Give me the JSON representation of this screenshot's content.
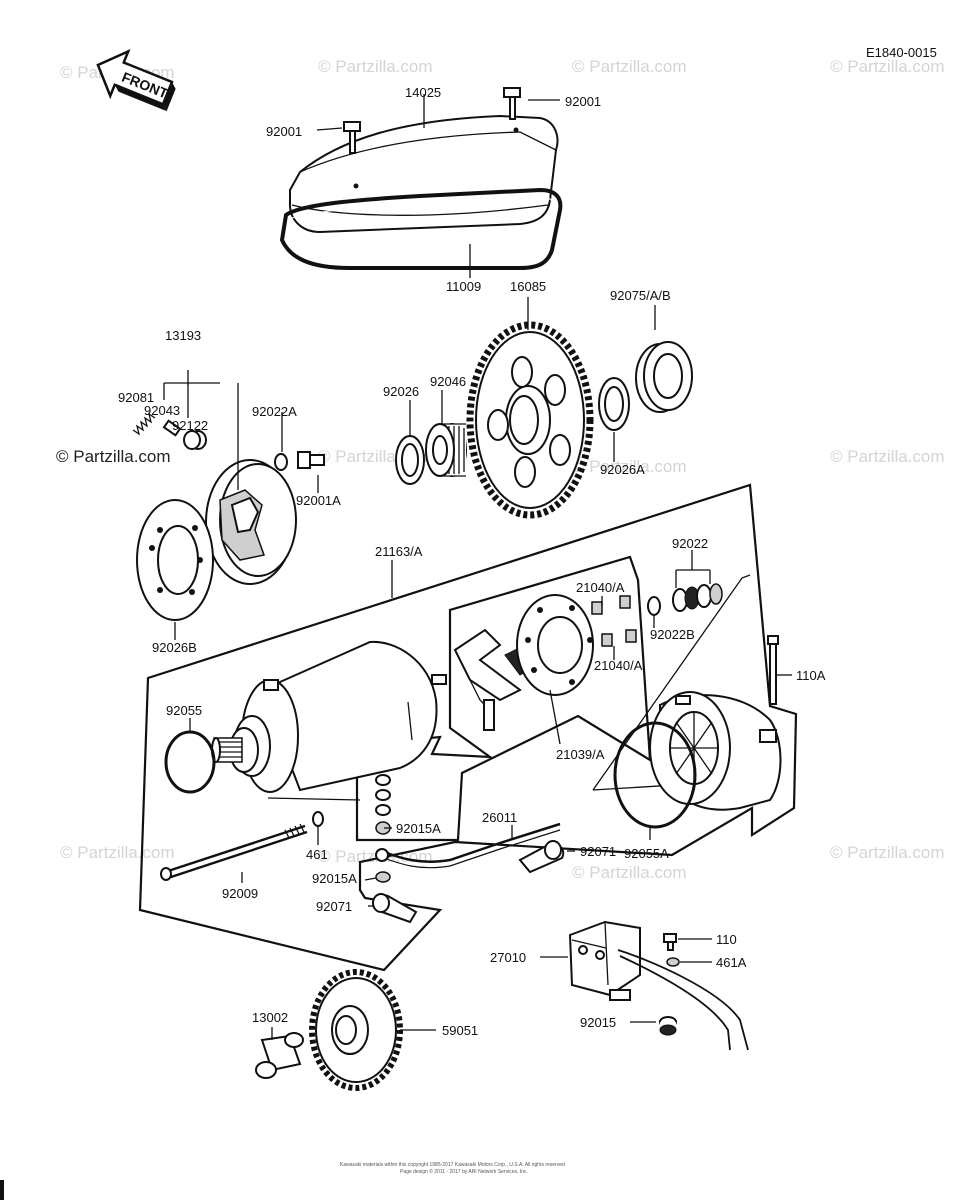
{
  "diagram_code": "E1840-0015",
  "front_label": "FRONT",
  "watermark_text": "© Partzilla.com",
  "parts": {
    "p14025": "14025",
    "p92001_left": "92001",
    "p92001_right": "92001",
    "p11009": "11009",
    "p16085": "16085",
    "p92075": "92075/A/B",
    "p13193": "13193",
    "p92081": "92081",
    "p92043": "92043",
    "p92122": "92122",
    "p92022A": "92022A",
    "p92001A": "92001A",
    "p92026B": "92026B",
    "p92026": "92026",
    "p92046": "92046",
    "p92026A": "92026A",
    "p21163": "21163/A",
    "p92022": "92022",
    "p21040A_top": "21040/A",
    "p21040A_bottom": "21040/A",
    "p92022B": "92022B",
    "p110A": "110A",
    "p92055": "92055",
    "p21039": "21039/A",
    "p92015A_upper": "92015A",
    "p26011": "26011",
    "p92071_right": "92071",
    "p92055A": "92055A",
    "p461": "461",
    "p92015A_lower": "92015A",
    "p92009": "92009",
    "p92071_left": "92071",
    "p27010": "27010",
    "p110": "110",
    "p461A": "461A",
    "p92015": "92015",
    "p13002": "13002",
    "p59051": "59051"
  },
  "footer": {
    "line1": "Kawasaki materials within this copyright 1985-2017 Kawasaki Motors Corp., U.S.A. All rights reserved",
    "line2": "Page design © 2011 - 2017 by ARI Network Services, Inc."
  }
}
